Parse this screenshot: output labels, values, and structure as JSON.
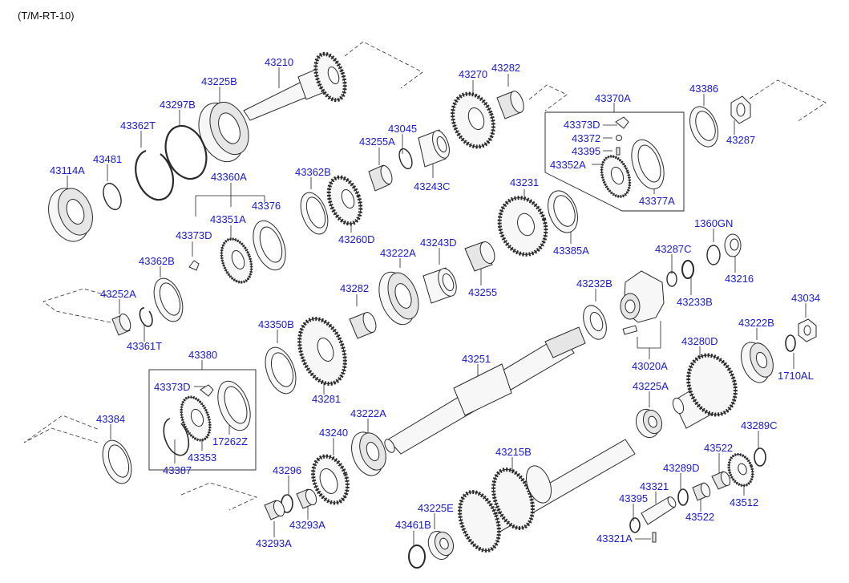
{
  "diagram_code": "(T/M-RT-10)",
  "colors": {
    "ref_text": "#1a1ad0",
    "line": "#2a2a2a"
  },
  "refs": {
    "r43210": "43210",
    "r43225B": "43225B",
    "r43297B": "43297B",
    "r43362T": "43362T",
    "r43481": "43481",
    "r43114A": "43114A",
    "r43360A": "43360A",
    "r43376": "43376",
    "r43351A": "43351A",
    "r43373D_a": "43373D",
    "r43362B_a": "43362B",
    "r43260D": "43260D",
    "r43255A": "43255A",
    "r43045": "43045",
    "r43243C": "43243C",
    "r43270": "43270",
    "r43282_a": "43282",
    "r43370A": "43370A",
    "r43373D_b": "43373D",
    "r43372": "43372",
    "r43395_a": "43395",
    "r43352A": "43352A",
    "r43377A": "43377A",
    "r43386": "43386",
    "r43287": "43287",
    "r43231": "43231",
    "r43385A": "43385A",
    "r1360GN": "1360GN",
    "r43287C": "43287C",
    "r43216": "43216",
    "r43233B": "43233B",
    "r43362B_b": "43362B",
    "r43252A": "43252A",
    "r43361T": "43361T",
    "r43222A_a": "43222A",
    "r43243D": "43243D",
    "r43255": "43255",
    "r43282_b": "43282",
    "r43232B": "43232B",
    "r43034": "43034",
    "r43222B": "43222B",
    "r43350B": "43350B",
    "r43020A": "43020A",
    "r43280D": "43280D",
    "r1710AL": "1710AL",
    "r43380": "43380",
    "r43251": "43251",
    "r43281": "43281",
    "r43373D_c": "43373D",
    "r17262Z": "17262Z",
    "r43353": "43353",
    "r43387": "43387",
    "r43225A": "43225A",
    "r43384": "43384",
    "r43222A_b": "43222A",
    "r43289C": "43289C",
    "r43240": "43240",
    "r43215B": "43215B",
    "r43522_a": "43522",
    "r43296": "43296",
    "r43289D": "43289D",
    "r43321": "43321",
    "r43512": "43512",
    "r43293A_a": "43293A",
    "r43395_b": "43395",
    "r43522_b": "43522",
    "r43225E": "43225E",
    "r43461B": "43461B",
    "r43293A_b": "43293A",
    "r43321A": "43321A"
  }
}
